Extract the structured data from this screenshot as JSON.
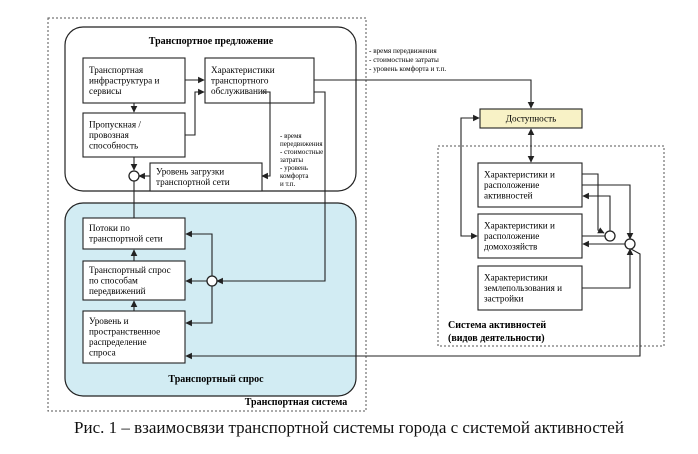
{
  "colors": {
    "line": "#222222",
    "supply_fill": "#ffffff",
    "demand_fill": "#d2ecf3",
    "accessibility_fill": "#f8f2c6",
    "box_fill": "#ffffff"
  },
  "titles": {
    "supply": "Транспортное предложение",
    "demand": "Транспортный спрос",
    "transport_system": "Транспортная система",
    "activity_system": [
      "Система активностей",
      "(видов деятельности)"
    ]
  },
  "boxes": {
    "infra": [
      "Транспортная",
      "инфраструктура и",
      "сервисы"
    ],
    "service": [
      "Характеристики",
      "транспортного",
      "обслуживания"
    ],
    "capacity": [
      "Пропускная /",
      "провозная",
      "способность"
    ],
    "load": [
      "Уровень загрузки",
      "транспортной сети"
    ],
    "flows": [
      "Потоки по",
      "транспортной сети"
    ],
    "modal": [
      "Транспортный спрос",
      "по способам",
      "передвижений"
    ],
    "distribution": [
      "Уровень и",
      "пространственное",
      "распределение",
      "спроса"
    ],
    "accessibility": [
      "Доступность"
    ],
    "activities": [
      "Характеристики и",
      "расположение",
      "активностей"
    ],
    "households": [
      "Характеристики и",
      "расположение",
      "домохозяйств"
    ],
    "landuse": [
      "Характеристики",
      "землепользования и",
      "застройки"
    ]
  },
  "notes": {
    "top": [
      "- время передвижения",
      "- стоимостные затраты",
      "- уровень комфорта и т.п."
    ],
    "side": [
      "- время",
      "передвижения",
      "- стоимостные",
      "затраты",
      "- уровень",
      "комфорта",
      "и т.п."
    ]
  },
  "caption": "Рис. 1 – взаимосвязи транспортной системы города с системой активностей"
}
